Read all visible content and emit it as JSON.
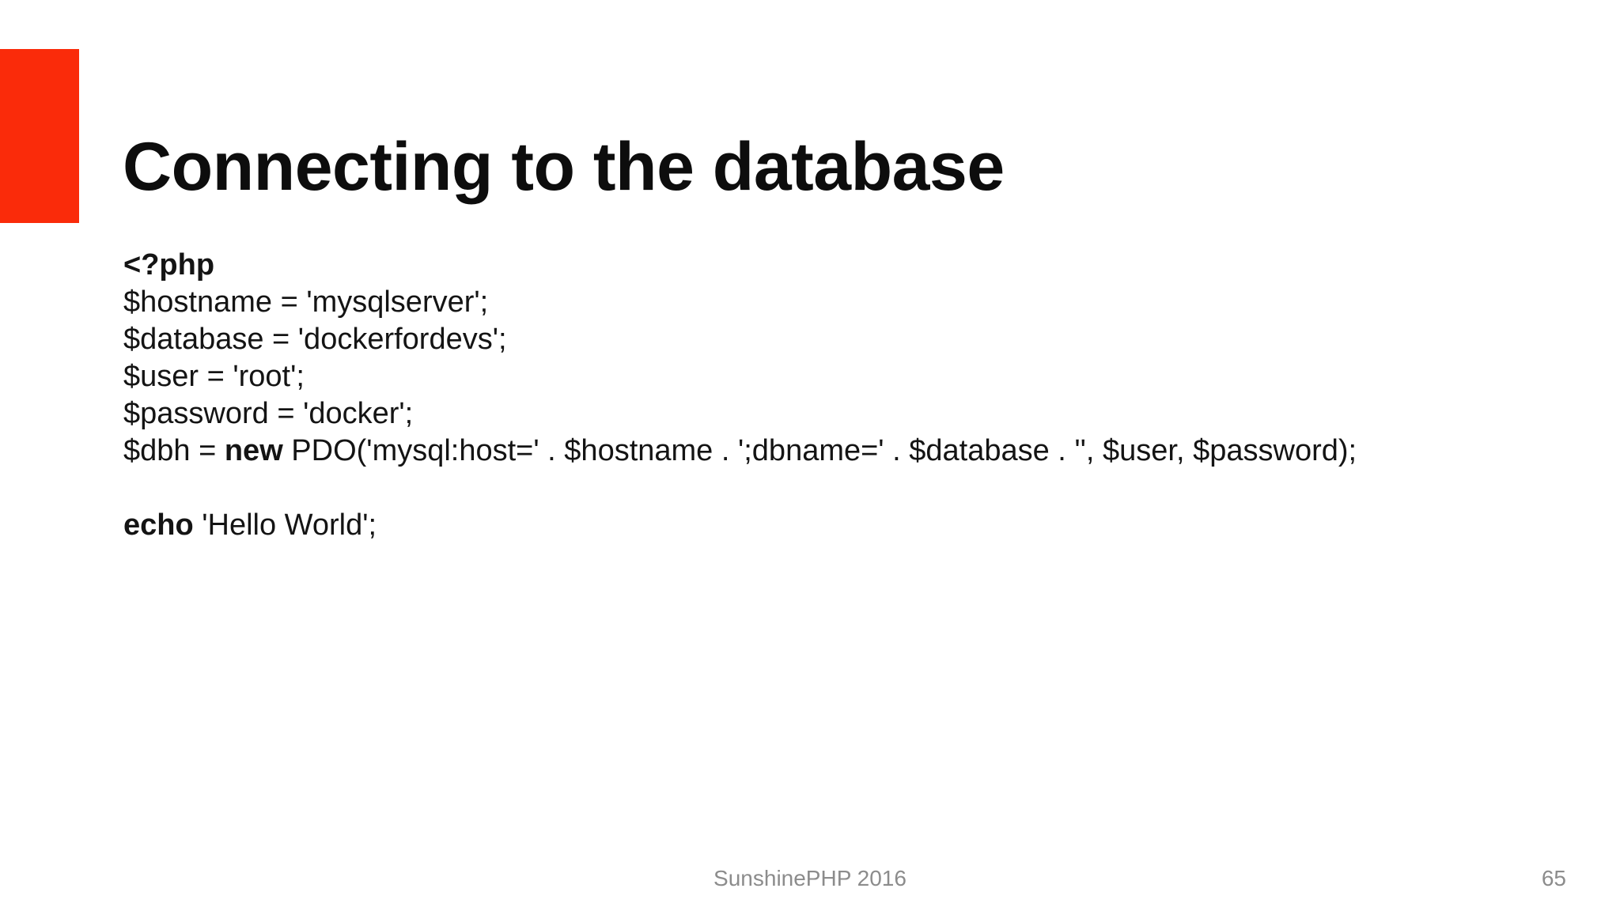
{
  "slide": {
    "title": "Connecting to the database",
    "accent_color": "#fa2b0a",
    "background_color": "#ffffff",
    "text_color": "#141414",
    "footer_color": "#8c8c8c"
  },
  "code": {
    "language": "php",
    "lines": [
      {
        "segments": [
          {
            "text": "<?php",
            "bold": true
          }
        ]
      },
      {
        "segments": [
          {
            "text": "$hostname = 'mysqlserver';",
            "bold": false
          }
        ]
      },
      {
        "segments": [
          {
            "text": "$database = 'dockerfordevs';",
            "bold": false
          }
        ]
      },
      {
        "segments": [
          {
            "text": "$user = 'root';",
            "bold": false
          }
        ]
      },
      {
        "segments": [
          {
            "text": "$password = 'docker';",
            "bold": false
          }
        ]
      },
      {
        "segments": [
          {
            "text": "$dbh = ",
            "bold": false
          },
          {
            "text": "new",
            "bold": true
          },
          {
            "text": " PDO('mysql:host=' . $hostname . ';dbname=' . $database . '', $user, $password);",
            "bold": false
          }
        ]
      },
      {
        "segments": [
          {
            "text": "",
            "bold": false
          }
        ]
      },
      {
        "segments": [
          {
            "text": "echo",
            "bold": true
          },
          {
            "text": " 'Hello World';",
            "bold": false
          }
        ]
      }
    ]
  },
  "footer": {
    "conference": "SunshinePHP 2016",
    "page_number": "65"
  }
}
